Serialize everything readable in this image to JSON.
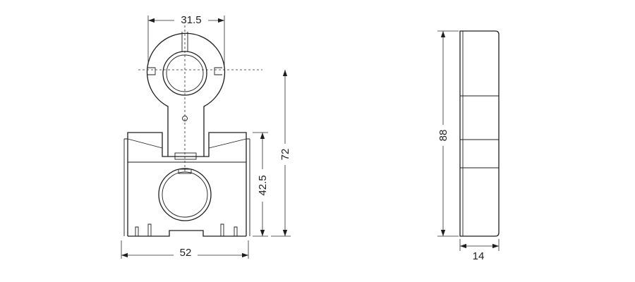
{
  "dimensions": {
    "hole_width": "31.5",
    "base_width": "52",
    "base_height": "42.5",
    "overall_height": "72",
    "side_height": "88",
    "side_thickness": "14"
  },
  "colors": {
    "line": "#1e1e1e",
    "background": "#ffffff"
  }
}
